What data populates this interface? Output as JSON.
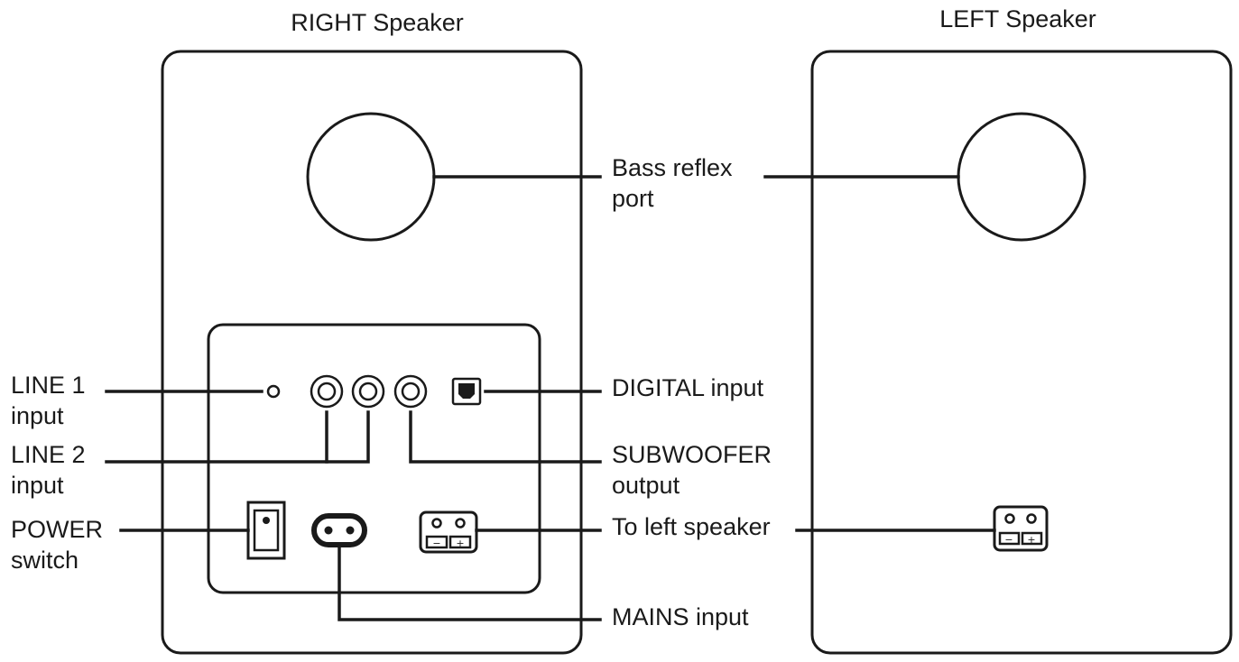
{
  "speakers": {
    "right_title": "RIGHT Speaker",
    "left_title": "LEFT Speaker"
  },
  "labels": {
    "bass_reflex_1": "Bass reflex",
    "bass_reflex_2": "port",
    "line1_1": "LINE 1",
    "line1_2": "input",
    "line2_1": "LINE 2",
    "line2_2": "input",
    "power_1": "POWER",
    "power_2": "switch",
    "digital": "DIGITAL input",
    "subwoofer_1": "SUBWOOFER",
    "subwoofer_2": "output",
    "to_left": "To left speaker",
    "mains": "MAINS input",
    "minus": "−",
    "plus": "+"
  }
}
